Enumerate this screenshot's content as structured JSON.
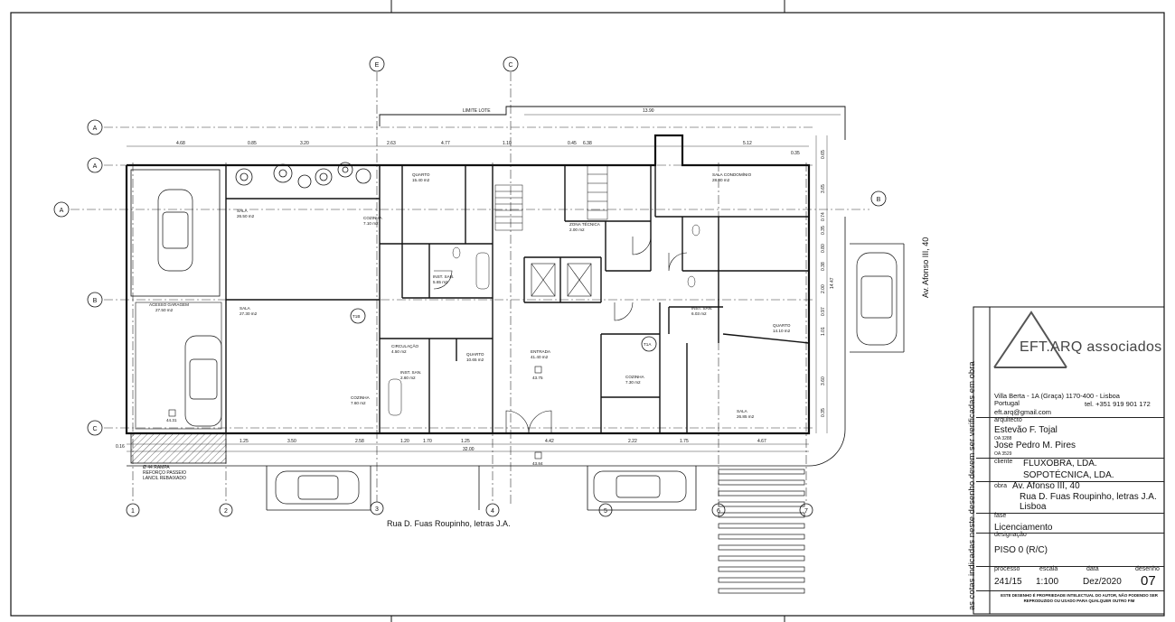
{
  "grid_labels": {
    "rows": [
      "A",
      "A",
      "A",
      "B",
      "C"
    ],
    "cols_top": [
      "E",
      "C"
    ],
    "right_bubble": "B",
    "cols_bottom": [
      "1",
      "2",
      "3",
      "4",
      "5",
      "6",
      "7"
    ],
    "t_marks": [
      "T1B",
      "T1A"
    ]
  },
  "top_note": "LIMITE LOTE",
  "dimensions": {
    "top_row": [
      "4.68",
      "0.85",
      "3.20",
      "2.63",
      "4.77",
      "1.10",
      "0.45",
      "6.38",
      "5.12",
      "0.35"
    ],
    "top_total": "13.90",
    "right_col": [
      "0.65",
      "3.65",
      "0.74",
      "0.35",
      "0.80",
      "0.38",
      "2.00",
      "0.97",
      "1.01",
      "3.60",
      "0.35"
    ],
    "right_total": "14.47",
    "bottom_row": [
      "0.16",
      "1.25",
      "3.50",
      "2.58",
      "1.20",
      "1.70",
      "1.25",
      "4.42",
      "2.22",
      "1.75",
      "4.67"
    ],
    "bottom_total": "32.00",
    "level": "43.84"
  },
  "rooms": [
    {
      "name": "QUARTO",
      "area": "15.40 m2"
    },
    {
      "name": "SALA",
      "area": "26.50 m2"
    },
    {
      "name": "COZINHA",
      "area": "7.10 m2"
    },
    {
      "name": "INST. SAN.",
      "area": "5.65 m2"
    },
    {
      "name": "SALA CONDOMÍNIO",
      "area": "28.80 m2"
    },
    {
      "name": "ZONA TÉCNICA",
      "area": "2.00 m2"
    },
    {
      "name": "INST. SAN.",
      "area": "6.03 m2"
    },
    {
      "name": "QUARTO",
      "area": "14.10 m2"
    },
    {
      "name": "SALA",
      "area": "27.30 m2"
    },
    {
      "name": "CIRCULAÇÃO",
      "area": "4.50 m2"
    },
    {
      "name": "INST. SAN.",
      "area": "2.60 m2"
    },
    {
      "name": "QUARTO",
      "area": "10.65 m2"
    },
    {
      "name": "ENTRADA",
      "area": "41.40 m2"
    },
    {
      "name": "COZINHA",
      "area": "7.30 m2"
    },
    {
      "name": "SALA",
      "area": "26.85 m2"
    },
    {
      "name": "COZINHA",
      "area": "7.60 m2"
    },
    {
      "name": "ACESSO GARAGEM",
      "area": "27.50 m2"
    }
  ],
  "parking_level": "44.31",
  "entrance_level": "43.75",
  "sidewalk_note": "Ø 44 RAMPA\nREFORÇO PASSEIO\nLANCIL REBAIXADO",
  "streets": {
    "bottom": "Rua D. Fuas Roupinho, letras J.A.",
    "right": "Av. Afonso III, 40"
  },
  "vertical_note": "as cotas indicadas neste desenho devem ser verificadas em obra",
  "title_block": {
    "firm": "EFT.ARQ associados",
    "address_line1": "Villa Berta - 1A (Graça) 1170-400 - Lisboa",
    "address_line2": "Portugal",
    "phone": "tel. +351 919 901 172",
    "email": "eft.arq@gmail.com",
    "architect_label": "arquitecto",
    "architect1": "Estevão F. Tojal",
    "architect1_oa": "OA 3288",
    "architect2": "Jose Pedro M. Pires",
    "architect2_oa": "OA 3529",
    "client_label": "cliente",
    "client1": "FLUXOBRA, LDA.",
    "client2": "SOPOTÉCNICA, LDA.",
    "work_label": "obra",
    "work1": "Av. Afonso III, 40",
    "work2": "Rua D. Fuas Roupinho, letras J.A.",
    "work3": "Lisboa",
    "phase_label": "fase",
    "phase": "Licenciamento",
    "designation_label": "designação",
    "designation": "PISO 0 (R/C)",
    "process_label": "processo",
    "scale_label": "escala",
    "date_label": "data",
    "drawing_label": "desenho",
    "process": "241/15",
    "scale": "1:100",
    "date": "Dez/2020",
    "drawing": "07",
    "copyright": "ESTE DESENHO É PROPRIEDADE INTELECTUAL DO AUTOR, NÃO PODENDO SER REPRODUZIDO OU USADO PARA QUALQUER OUTRO FIM"
  }
}
